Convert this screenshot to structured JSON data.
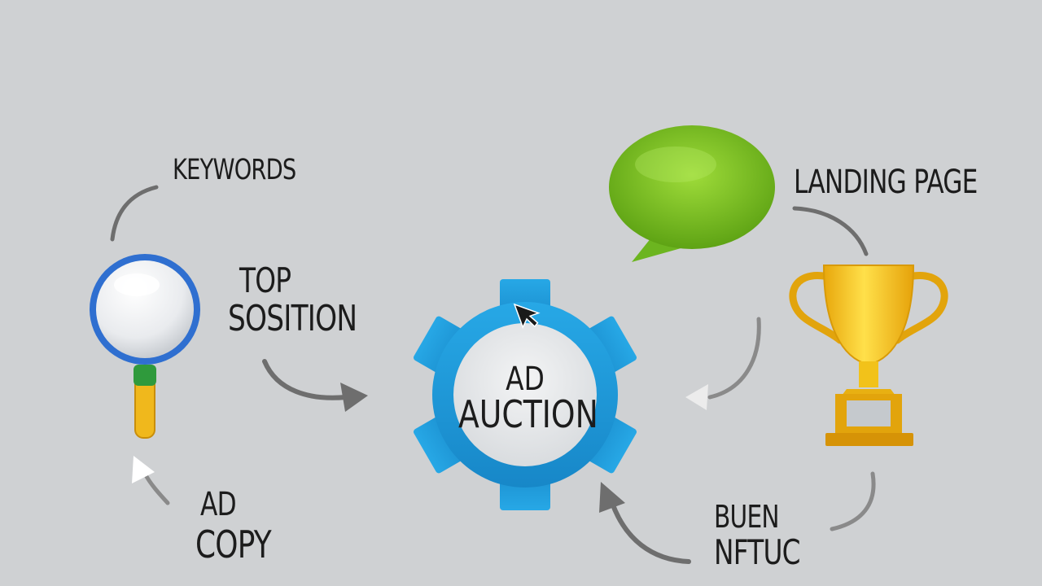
{
  "diagram": {
    "center": {
      "line1": "AD",
      "line2": "AUCTION"
    },
    "labels": {
      "keywords": "KEYWORDS",
      "top_position": {
        "line1": "TOP",
        "line2": "SOSITION"
      },
      "ad_copy": {
        "line1": "AD",
        "line2": "COPY"
      },
      "landing_page": "LANDING PAGE",
      "bottom_right": {
        "line1": "BUEN",
        "line2": "NFTUC"
      }
    },
    "icons": [
      "magnifying-glass-icon",
      "speech-bubble-icon",
      "trophy-icon",
      "gear-icon",
      "cursor-icon"
    ],
    "colors": {
      "background": "#cfd1d3",
      "gear": "#1e9ad8",
      "bubble": "#7cc427",
      "trophy": "#f2c21a",
      "magnifier_ring": "#2f6fd0",
      "handle": "#f0b81c",
      "arrow": "#6e6e6e"
    }
  }
}
